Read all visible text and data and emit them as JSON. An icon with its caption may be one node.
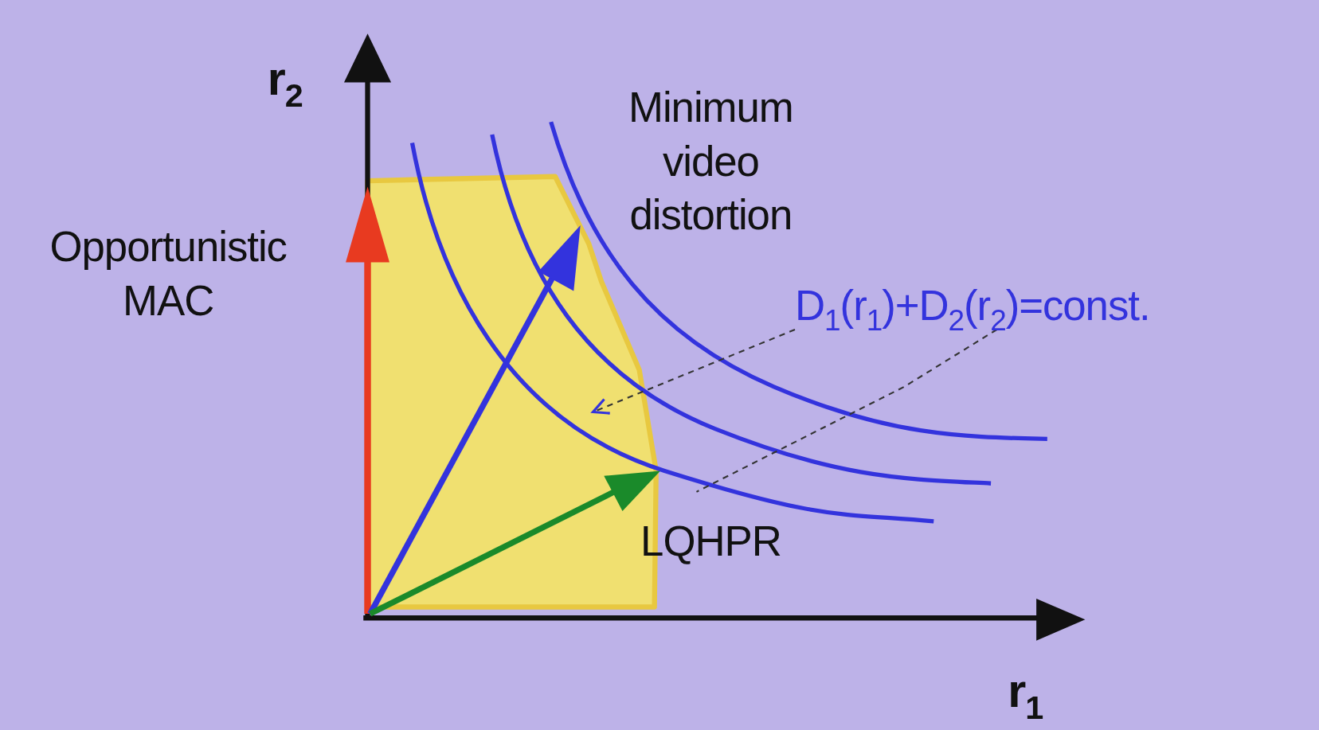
{
  "diagram": {
    "nodes": [
      {
        "text": [
          "Minimum video distortion"
        ]
      },
      {
        "text": [
          "Opportunistic MAC"
        ]
      },
      {
        "text": [
          "D$_{1}$(r$_{1}$)+D$_{2}$(r$_{2}$)=const."
        ]
      },
      {
        "text": [
          "LQHPR"
        ]
      }
    ],
    "edges": [
      {
        "from": 2,
        "to": null,
        "arrow": "to",
        "style": "dashed"
      },
      {
        "from": 2,
        "to": null,
        "arrow": "none",
        "style": "dashed"
      }
    ],
    "labels": [
      "r$_{2}$",
      "r$_{1}$"
    ]
  }
}
